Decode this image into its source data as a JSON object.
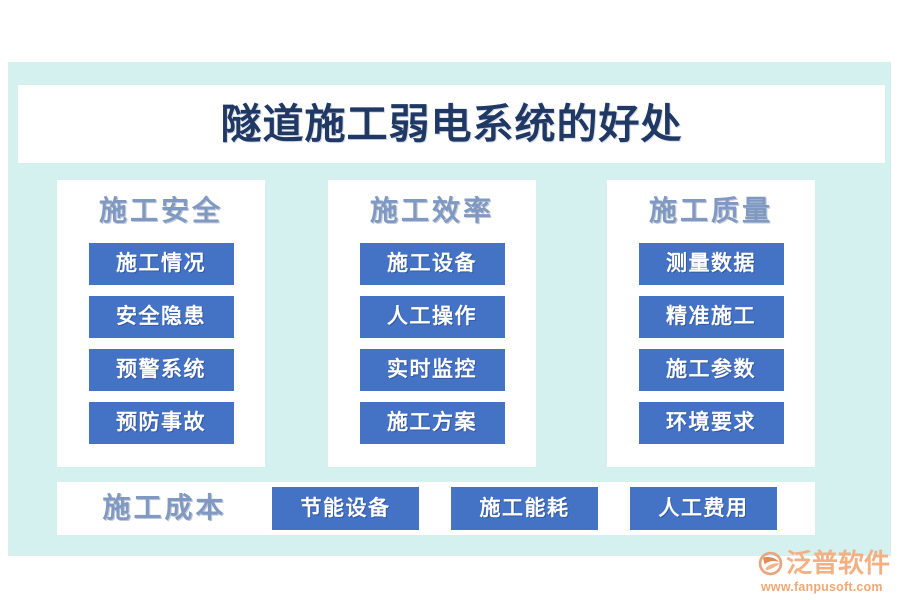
{
  "title": "隧道施工弱电系统的好处",
  "colors": {
    "panel_background": "#d5f1ef",
    "card_background": "#ffffff",
    "title_text": "#1f3864",
    "section_title": "#8099c2",
    "chip_background": "#4472c4",
    "chip_text": "#ffffff",
    "logo_accent": "#f3b183"
  },
  "columns": [
    {
      "title": "施工安全",
      "items": [
        "施工情况",
        "安全隐患",
        "预警系统",
        "预防事故"
      ]
    },
    {
      "title": "施工效率",
      "items": [
        "施工设备",
        "人工操作",
        "实时监控",
        "施工方案"
      ]
    },
    {
      "title": "施工质量",
      "items": [
        "测量数据",
        "精准施工",
        "施工参数",
        "环境要求"
      ]
    }
  ],
  "bottom_row": {
    "title": "施工成本",
    "items": [
      "节能设备",
      "施工能耗",
      "人工费用"
    ]
  },
  "logo": {
    "mark_icon": "fanpu-swoosh-icon",
    "name": "泛普软件",
    "url": "www.fanpusoft.com"
  }
}
